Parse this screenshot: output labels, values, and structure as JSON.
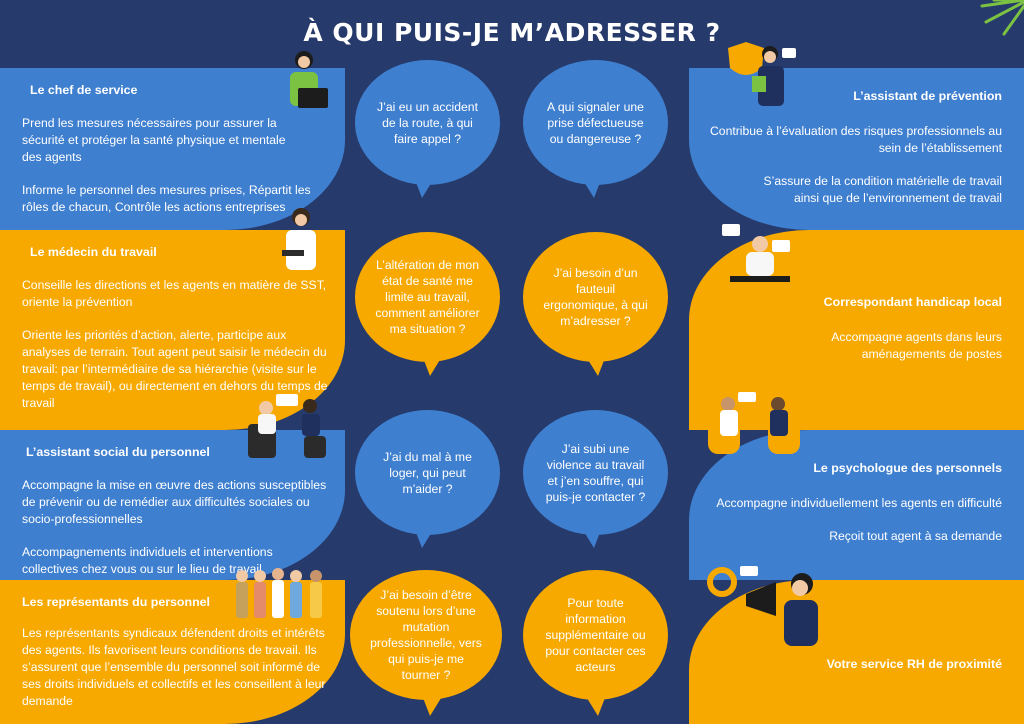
{
  "title": "À QUI PUIS-JE M’ADRESSER ?",
  "colors": {
    "background": "#263a6b",
    "blue": "#3f7fcf",
    "orange": "#f7a900"
  },
  "left": [
    {
      "heading": "Le chef de service",
      "paragraphs": [
        "Prend les mesures nécessaires pour assurer la sécurité et protéger la santé physique et mentale des agents",
        "Informe le personnel des mesures prises, Répartit les rôles de chacun, Contrôle les actions entreprises"
      ]
    },
    {
      "heading": "Le médecin du travail",
      "paragraphs": [
        "Conseille les directions et les agents en matière de SST, oriente la prévention",
        "Oriente les priorités d’action, alerte, participe aux analyses de terrain. Tout agent peut saisir le médecin du travail: par l’intermédiaire de sa hiérarchie (visite sur le temps de travail), ou directement en dehors du temps de travail"
      ]
    },
    {
      "heading": "L’assistant social du personnel",
      "paragraphs": [
        "Accompagne la mise en œuvre des actions susceptibles de prévenir ou de remédier aux difficultés sociales ou socio-professionnelles",
        "Accompagnements individuels et interventions collectives chez vous ou sur le lieu de travail"
      ]
    },
    {
      "heading": "Les représentants du personnel",
      "paragraphs": [
        "Les représentants syndicaux défendent droits et intérêts des agents. Ils favorisent leurs conditions de travail. Ils s’assurent que l’ensemble du personnel soit informé de ses droits individuels et collectifs et les conseillent à leur demande"
      ]
    }
  ],
  "right": [
    {
      "heading": "L’assistant de prévention",
      "paragraphs": [
        "Contribue à l’évaluation des risques professionnels au sein de l’établissement",
        "S’assure de la condition matérielle de travail ainsi que de l’environnement de travail"
      ]
    },
    {
      "heading": "Correspondant handicap local",
      "paragraphs": [
        "Accompagne agents dans leurs aménagements de postes"
      ]
    },
    {
      "heading": "Le psychologue des personnels",
      "paragraphs": [
        "Accompagne individuellement les agents en difficulté",
        "Reçoit tout agent à sa demande"
      ]
    },
    {
      "heading": "Votre service RH de proximité",
      "paragraphs": []
    }
  ],
  "questions": [
    "J’ai eu un accident de la route, à qui faire appel ?",
    "A qui signaler une prise défectueuse ou dangereuse ?",
    "L’altération de mon état de santé me limite au travail, comment améliorer ma situation ?",
    "J’ai besoin d’un fauteuil ergonomique, à qui m’adresser ?",
    "J’ai du mal à me loger, qui peut m’aider ?",
    "J’ai subi une violence au travail et j’en souffre, qui puis-je contacter ?",
    "J’ai besoin d’être soutenu lors d’une mutation professionnelle, vers qui puis-je me tourner ?",
    "Pour toute information supplémentaire ou pour contacter ces acteurs"
  ],
  "icons": [
    "woman-laptop-icon",
    "doctor-icon",
    "consultation-icon",
    "group-people-icon",
    "security-officer-icon",
    "support-worker-icon",
    "therapy-session-icon",
    "megaphone-woman-icon"
  ]
}
